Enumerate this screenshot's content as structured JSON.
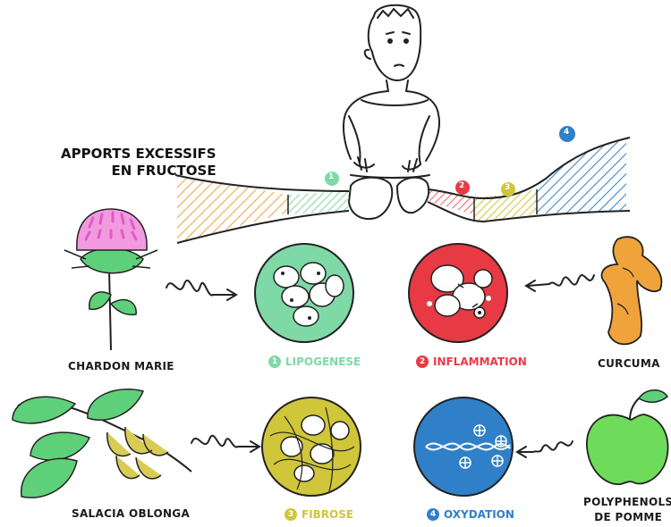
{
  "title": {
    "line1": "APPORTS EXCESSIFS",
    "line2": "EN FRUCTOSE"
  },
  "colors": {
    "lipogenese": "#7fd9a6",
    "inflammation": "#e83a44",
    "fibrose": "#cfc63a",
    "oxydation": "#2f80c8",
    "orange": "#f0a23b"
  },
  "stages": [
    {
      "number": "1",
      "label": "LIPOGENESE"
    },
    {
      "number": "2",
      "label": "INFLAMMATION"
    },
    {
      "number": "3",
      "label": "FIBROSE"
    },
    {
      "number": "4",
      "label": "OXYDATION"
    }
  ],
  "remedies": {
    "chardon": "CHARDON MARIE",
    "curcuma": "CURCUMA",
    "salacia": "SALACIA OBLONGA",
    "pomme_line1": "POLYPHENOLS",
    "pomme_line2": "DE POMME"
  }
}
